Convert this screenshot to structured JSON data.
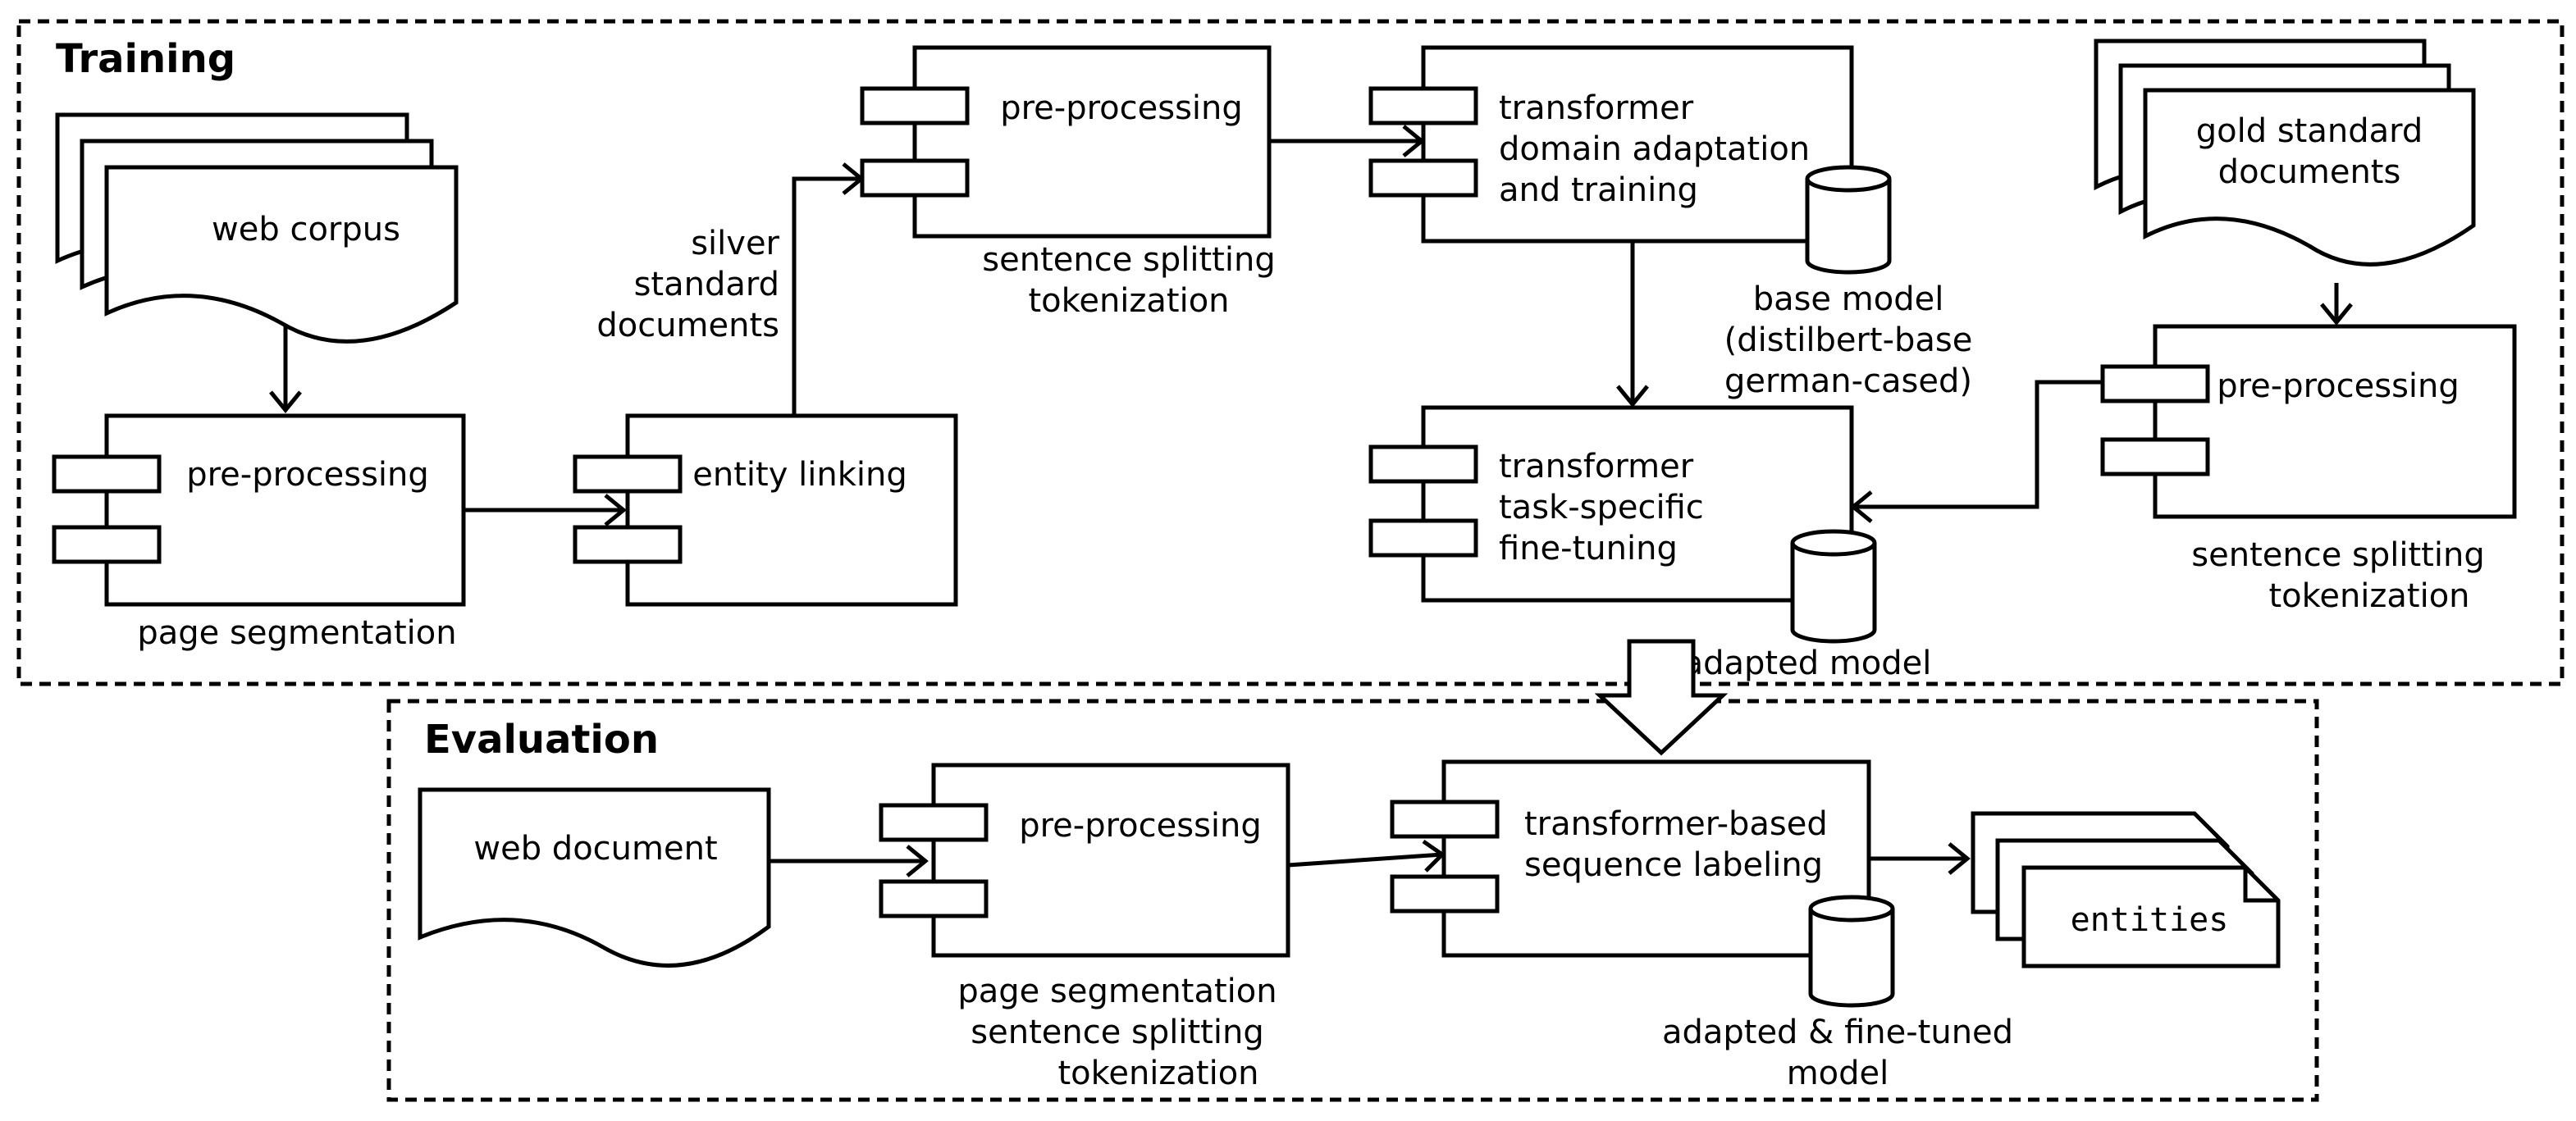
{
  "training": {
    "title": "Training",
    "web_corpus": "web corpus",
    "preprocessing_1": {
      "label": "pre-processing",
      "caption": "page segmentation"
    },
    "entity_linking": {
      "label": "entity linking"
    },
    "silver": [
      "silver",
      "standard",
      "documents"
    ],
    "preprocessing_2": {
      "label": "pre-processing",
      "caption": [
        "sentence splitting",
        "tokenization"
      ]
    },
    "transformer_adapt": {
      "label": [
        "transformer",
        "domain adaptation",
        "and training"
      ]
    },
    "base_model": [
      "base model",
      "(distilbert-base",
      "german-cased)"
    ],
    "gold": [
      "gold standard",
      "documents"
    ],
    "preprocessing_3": {
      "label": "pre-processing",
      "caption": [
        "sentence splitting",
        "tokenization"
      ]
    },
    "transformer_finetune": {
      "label": [
        "transformer",
        "task-specific",
        "fine-tuning"
      ]
    },
    "adapted_model": "adapted model"
  },
  "evaluation": {
    "title": "Evaluation",
    "web_document": "web document",
    "preprocessing": {
      "label": "pre-processing",
      "caption": [
        "page segmentation",
        "sentence splitting",
        "tokenization"
      ]
    },
    "transformer": {
      "label": [
        "transformer-based",
        "sequence labeling"
      ]
    },
    "model": [
      "adapted & fine-tuned",
      "model"
    ],
    "entities": "entities"
  }
}
